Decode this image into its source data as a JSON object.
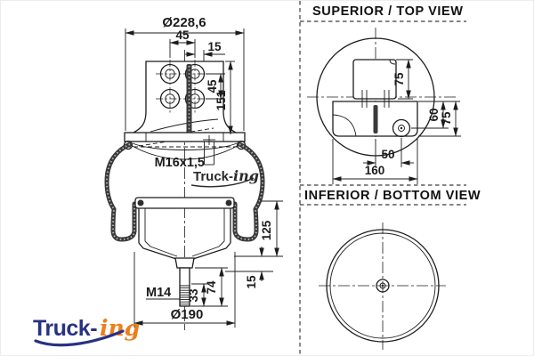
{
  "main_view": {
    "dims": {
      "top_plate_diameter": "Ø228,6",
      "hole_spacing_horizontal": "45",
      "port_offset": "15",
      "hole_spacing_vertical": "45",
      "bracket_height": "151",
      "air_fitting_thread": "M16x1,5",
      "piston_height": "125",
      "lower_offset": "15",
      "stud_length": "74",
      "thread_length": "33",
      "stud_thread": "M14",
      "piston_diameter": "Ø190"
    },
    "watermark": {
      "text_main": "Truck-",
      "text_script": "ing"
    }
  },
  "panels": {
    "top_view": {
      "header": "SUPERIOR / TOP VIEW",
      "dims": {
        "bracket_height": "75",
        "hole_to_edge": "60",
        "plate_depth": "75",
        "hole_offset": "50",
        "plate_width": "160"
      }
    },
    "bottom_view": {
      "header": "INFERIOR / BOTTOM VIEW"
    }
  },
  "brand_logo": {
    "text_main": "Truck-",
    "text_script": "ing"
  },
  "colors": {
    "line": "#1c1c1c",
    "logo_blue": "#283282",
    "logo_orange": "#ef7d1a",
    "watermark": "#2a2a2a"
  }
}
